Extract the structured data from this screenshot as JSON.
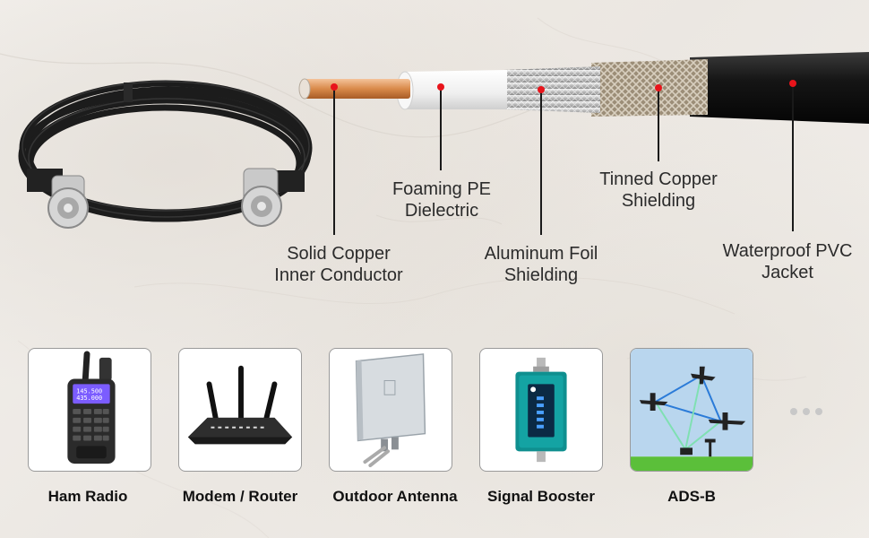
{
  "callouts": {
    "solid_copper": [
      "Solid Copper",
      "Inner Conductor"
    ],
    "foaming_pe": [
      "Foaming PE",
      "Dielectric"
    ],
    "aluminum_foil": [
      "Aluminum Foil",
      "Shielding"
    ],
    "tinned_copper": [
      "Tinned Copper",
      "Shielding"
    ],
    "pvc_jacket": [
      "Waterproof PVC",
      "Jacket"
    ]
  },
  "applications": [
    {
      "label": "Ham Radio",
      "icon": "ham-radio-icon"
    },
    {
      "label": "Modem / Router",
      "icon": "router-icon"
    },
    {
      "label": "Outdoor Antenna",
      "icon": "panel-antenna-icon"
    },
    {
      "label": "Signal Booster",
      "icon": "signal-booster-icon"
    },
    {
      "label": "ADS-B",
      "icon": "ads-b-icon"
    }
  ],
  "colors": {
    "marker": "#e8141b",
    "leader": "#1a1a1a",
    "copper": "#d98a4a",
    "jacket": "#151515"
  },
  "more_icon": "ellipsis-icon"
}
